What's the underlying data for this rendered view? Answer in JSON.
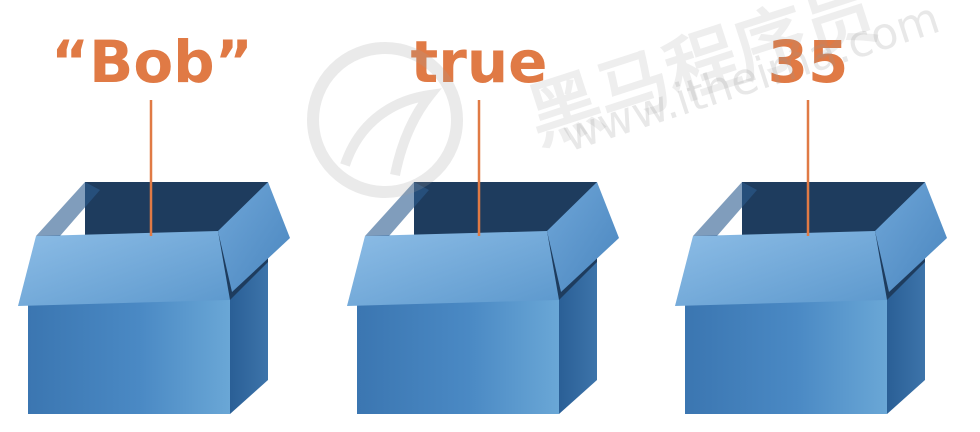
{
  "variables": [
    {
      "value": "“Bob”"
    },
    {
      "value": "true"
    },
    {
      "value": "35"
    }
  ],
  "watermark": {
    "text_cn": "黑马程序员",
    "text_url": "www.itheima.com"
  },
  "colors": {
    "label": "#e07a45",
    "box_front": "#3a78b4",
    "box_inside": "#1f3f62",
    "box_flap": "#7fb0da",
    "pointer_line": "#e07a45"
  }
}
